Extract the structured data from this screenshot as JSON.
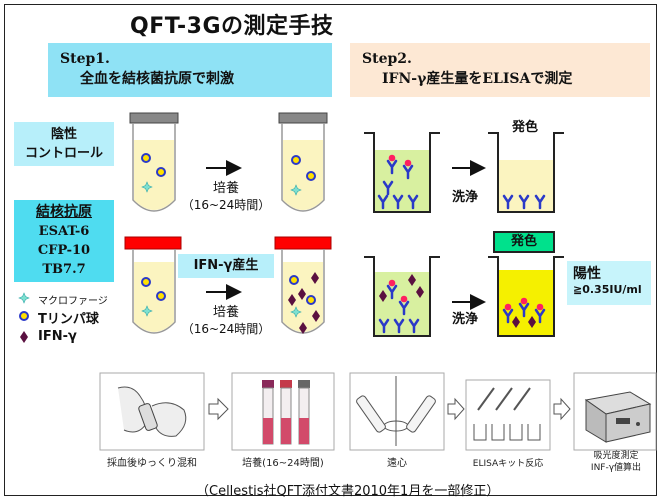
{
  "title": "QFT-3Gの測定手技",
  "step1": {
    "line1": "Step1.",
    "line2": "全血を結核菌抗原で刺激"
  },
  "step2": {
    "line1": "Step2.",
    "line2": "IFN-γ産生量をELISAで測定"
  },
  "negative_control": {
    "line1": "陰性",
    "line2": "コントロール"
  },
  "tb_antigen": {
    "title": "結核抗原",
    "items": [
      "ESAT-6",
      "CFP-10",
      "TB7.7"
    ]
  },
  "ifn_production": "IFN-γ産生",
  "incubation": {
    "label": "培養",
    "duration": "（16~24時間）"
  },
  "wash_label": "洗浄",
  "color_development": "発色",
  "positive": {
    "label": "陽性",
    "threshold": "≧0.35IU/ml"
  },
  "legend": [
    {
      "icon": "macrophage",
      "label": "マクロファージ"
    },
    {
      "icon": "t-lymphocyte",
      "label": "Tリンパ球"
    },
    {
      "icon": "ifn-gamma",
      "label": "IFN-γ"
    }
  ],
  "process_steps": [
    {
      "caption": "採血後ゆっくり混和"
    },
    {
      "caption": "培養(16~24時間)"
    },
    {
      "caption": "遠心"
    },
    {
      "caption": "ELISAキット反応"
    },
    {
      "caption_line1": "吸光度測定",
      "caption_line2": "INF-γ値算出"
    }
  ],
  "footer": "（Cellestis社QFT添付文書2010年1月を一部修正）",
  "colors": {
    "step1_bg": "#8fe2f5",
    "step2_bg": "#fde8d4",
    "antigen_box": "#4fdcf0",
    "tube_fluid": "#fbf4c0",
    "well_green": "#d8f0a0",
    "well_yellow": "#f5f000",
    "cap_gray": "#888888",
    "cap_red": "#ff0000",
    "antibody_blue": "#2a39c8",
    "ifn_purple": "#5a1040",
    "color_badge": "#00e18c"
  }
}
